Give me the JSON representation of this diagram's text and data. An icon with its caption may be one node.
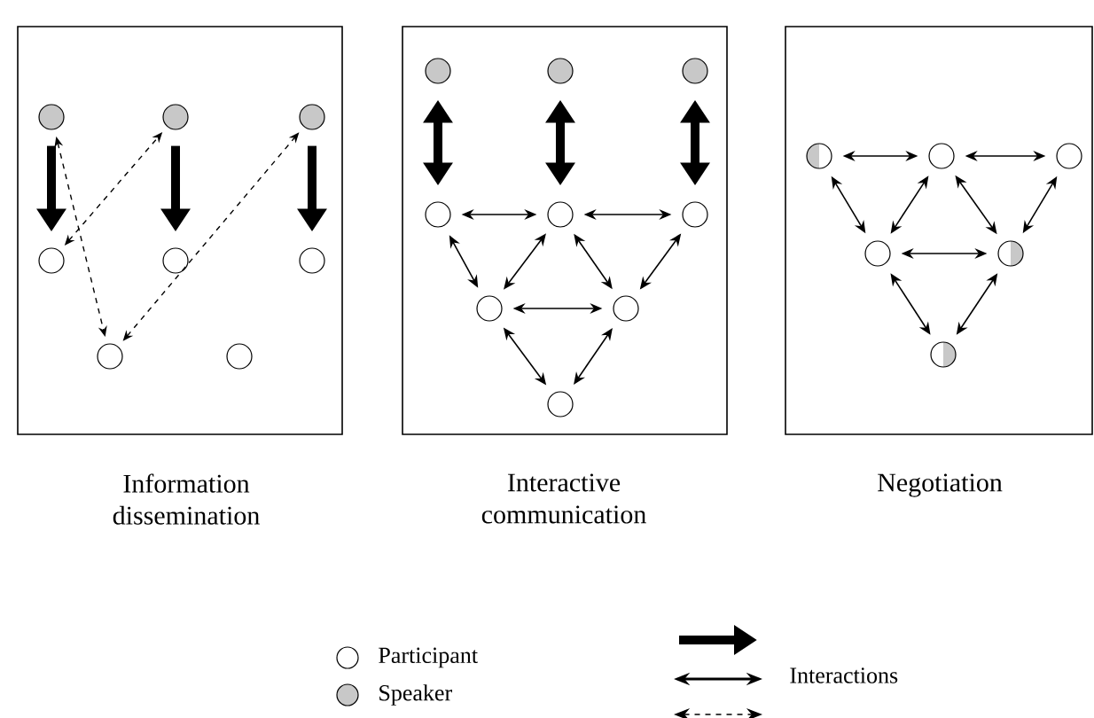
{
  "diagram": {
    "nodes": [
      {
        "text": [
          "Information dissemination"
        ]
      },
      {
        "text": [],
        "shape": "circle",
        "in": 0
      },
      {
        "text": [],
        "shape": "circle",
        "in": 0
      },
      {
        "text": [],
        "shape": "circle",
        "in": 0
      },
      {
        "text": [],
        "shape": "circle",
        "in": 0
      },
      {
        "text": [],
        "shape": "circle",
        "in": 0
      },
      {
        "text": [],
        "shape": "circle",
        "in": 0
      },
      {
        "text": [],
        "shape": "circle",
        "in": 0
      },
      {
        "text": [],
        "shape": "circle",
        "in": 0
      },
      {
        "text": [
          "Interactive communication"
        ]
      },
      {
        "text": [],
        "shape": "circle",
        "in": 9
      },
      {
        "text": [],
        "shape": "circle",
        "in": 9
      },
      {
        "text": [],
        "shape": "circle",
        "in": 9
      },
      {
        "text": [],
        "shape": "circle",
        "in": 9
      },
      {
        "text": [],
        "shape": "circle",
        "in": 9
      },
      {
        "text": [],
        "shape": "circle",
        "in": 9
      },
      {
        "text": [],
        "shape": "circle",
        "in": 9
      },
      {
        "text": [],
        "shape": "circle",
        "in": 9
      },
      {
        "text": [],
        "shape": "circle",
        "in": 9
      },
      {
        "text": [
          "Negotiation"
        ]
      },
      {
        "text": [],
        "shape": "circle",
        "in": 19
      },
      {
        "text": [],
        "shape": "circle",
        "in": 19
      },
      {
        "text": [],
        "shape": "circle",
        "in": 19
      },
      {
        "text": [],
        "shape": "circle",
        "in": 19
      },
      {
        "text": [],
        "shape": "circle",
        "in": 19
      },
      {
        "text": [],
        "shape": "circle",
        "in": 19
      }
    ],
    "edges": [
      {
        "from": 1,
        "to": 4,
        "arrow": "to",
        "style": "thick"
      },
      {
        "from": 2,
        "to": 5,
        "arrow": "to",
        "style": "thick"
      },
      {
        "from": 3,
        "to": 6,
        "arrow": "to",
        "style": "thick"
      },
      {
        "from": 4,
        "to": 2,
        "arrow": "both",
        "style": "dashed"
      },
      {
        "from": 1,
        "to": 7,
        "arrow": "both",
        "style": "dashed"
      },
      {
        "from": 7,
        "to": 3,
        "arrow": "both",
        "style": "dashed"
      },
      {
        "from": 10,
        "to": 13,
        "arrow": "both",
        "style": "thick"
      },
      {
        "from": 11,
        "to": 14,
        "arrow": "both",
        "style": "thick"
      },
      {
        "from": 12,
        "to": 15,
        "arrow": "both",
        "style": "thick"
      },
      {
        "from": 13,
        "to": 14,
        "arrow": "both"
      },
      {
        "from": 14,
        "to": 15,
        "arrow": "both"
      },
      {
        "from": 13,
        "to": 16,
        "arrow": "both"
      },
      {
        "from": 14,
        "to": 16,
        "arrow": "both"
      },
      {
        "from": 14,
        "to": 17,
        "arrow": "both"
      },
      {
        "from": 15,
        "to": 17,
        "arrow": "both"
      },
      {
        "from": 16,
        "to": 17,
        "arrow": "both"
      },
      {
        "from": 16,
        "to": 18,
        "arrow": "both"
      },
      {
        "from": 17,
        "to": 18,
        "arrow": "both"
      },
      {
        "from": 20,
        "to": 21,
        "arrow": "both"
      },
      {
        "from": 21,
        "to": 22,
        "arrow": "both"
      },
      {
        "from": 20,
        "to": 23,
        "arrow": "both"
      },
      {
        "from": 21,
        "to": 23,
        "arrow": "both"
      },
      {
        "from": 21,
        "to": 24,
        "arrow": "both"
      },
      {
        "from": 22,
        "to": 24,
        "arrow": "both"
      },
      {
        "from": 23,
        "to": 24,
        "arrow": "both"
      },
      {
        "from": 23,
        "to": 25,
        "arrow": "both"
      },
      {
        "from": 24,
        "to": 25,
        "arrow": "both"
      }
    ],
    "legend": [
      {
        "text": "Participant"
      },
      {
        "text": "Speaker"
      },
      {
        "text": "Interactions"
      }
    ]
  }
}
